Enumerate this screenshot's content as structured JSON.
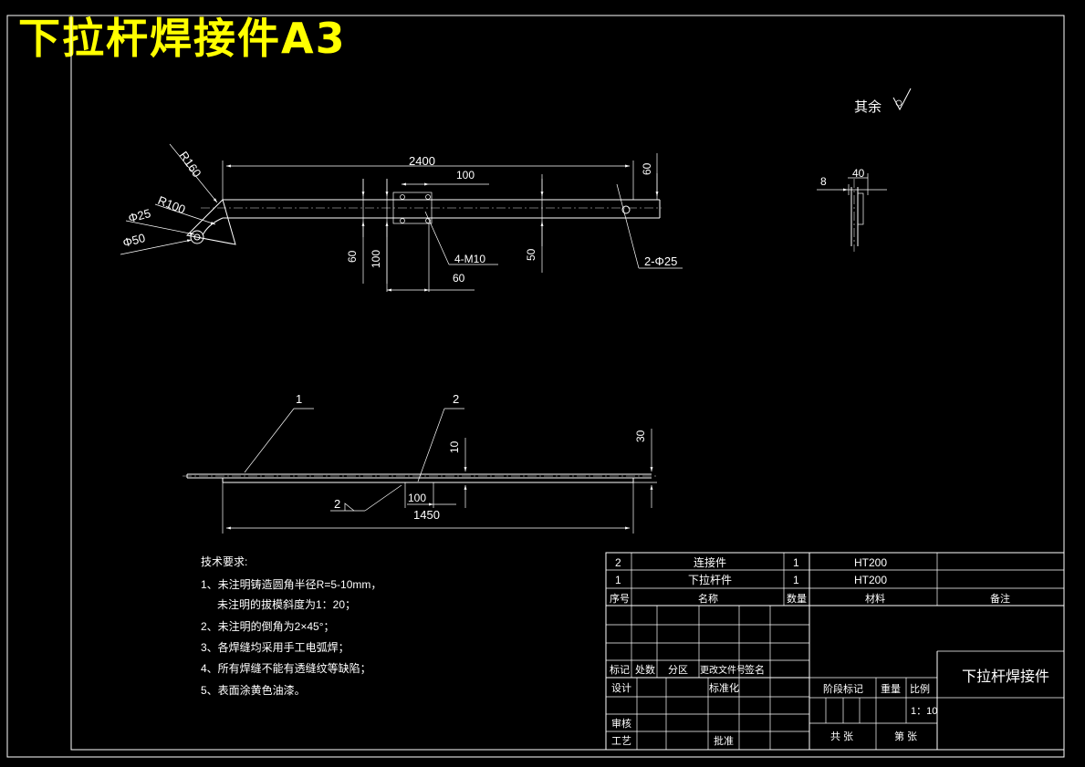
{
  "header": {
    "title": "下拉杆焊接件A3"
  },
  "roughness": {
    "label": "其余"
  },
  "views": {
    "top": {
      "dims": {
        "length": "2400",
        "slot_spacing": "100",
        "height_right": "60",
        "r160": "R160",
        "r100": "R100",
        "phi25": "Φ25",
        "phi50": "Φ50",
        "left_60": "60",
        "left_100": "100",
        "thread": "4-M10",
        "bottom_60": "60",
        "right_50": "50",
        "holes": "2-Φ25"
      }
    },
    "side": {
      "dims": {
        "d8": "8",
        "d40": "40"
      }
    },
    "front": {
      "dims": {
        "d30": "30",
        "d10": "10",
        "d100": "100",
        "d1450": "1450",
        "weld": "2",
        "balloon1": "1",
        "balloon2": "2"
      }
    }
  },
  "notes": {
    "heading": "技术要求:",
    "items": [
      "1、未注明铸造圆角半径R=5-10mm，",
      "未注明的拔模斜度为1：20；",
      "2、未注明的倒角为2×45°；",
      "3、各焊缝均采用手工电弧焊；",
      "4、所有焊缝不能有透缝纹等缺陷；",
      "5、表面涂黄色油漆。"
    ]
  },
  "bom": {
    "rows": [
      {
        "no": "2",
        "name": "连接件",
        "qty": "1",
        "material": "HT200",
        "remark": ""
      },
      {
        "no": "1",
        "name": "下拉杆件",
        "qty": "1",
        "material": "HT200",
        "remark": ""
      }
    ],
    "header": {
      "no": "序号",
      "name": "名称",
      "qty": "数量",
      "material": "材料",
      "remark": "备注"
    }
  },
  "title_block": {
    "drawing_name": "下拉杆焊接件",
    "rev_headers": [
      "标记",
      "处数",
      "分区",
      "更改文件号",
      "签名"
    ],
    "design": "设计",
    "standardize": "标准化",
    "review": "审核",
    "process": "工艺",
    "approve": "批准",
    "stage_mark": "阶段标记",
    "weight": "重量",
    "scale_label": "比例",
    "scale": "1：10",
    "total_sheets": "共  张",
    "sheet_no": "第  张"
  }
}
